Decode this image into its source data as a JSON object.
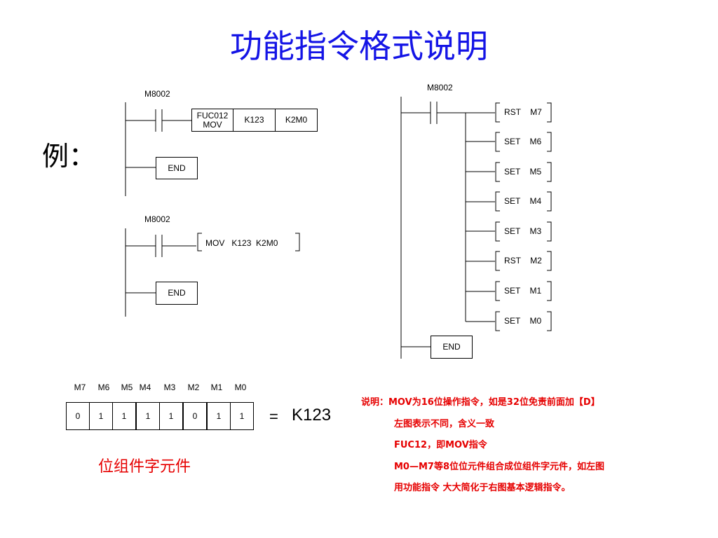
{
  "title": "功能指令格式说明",
  "example_label": "例：",
  "diagram1": {
    "contact": "M8002",
    "box_fuc": "FUC012 MOV",
    "box_fuc_line1": "FUC012",
    "box_fuc_line2": "MOV",
    "box_k": "K123",
    "box_d": "K2M0",
    "end": "END"
  },
  "diagram2": {
    "contact": "M8002",
    "instruction": "MOV   K123  K2M0",
    "end": "END"
  },
  "diagram3": {
    "contact": "M8002",
    "coils": [
      "RST    M7",
      "SET    M6",
      "SET    M5",
      "SET    M4",
      "SET    M3",
      "RST    M2",
      "SET    M1",
      "SET    M0"
    ],
    "end": "END"
  },
  "bits": {
    "headers": [
      "M7",
      "M6",
      "M5",
      "M4",
      "M3",
      "M2",
      "M1",
      "M0"
    ],
    "values": [
      "0",
      "1",
      "1",
      "1",
      "1",
      "0",
      "1",
      "1"
    ],
    "equals": "=",
    "result": "K123",
    "caption": "位组件字元件"
  },
  "notes": [
    "说明：MOV为16位操作指令，如是32位免责前面加【D】",
    "左图表示不同，含义一致",
    "FUC12，即MOV指令",
    "M0—M7等8位位元件组合成位组件字元件，如左图",
    "用功能指令 大大简化于右图基本逻辑指令。"
  ]
}
